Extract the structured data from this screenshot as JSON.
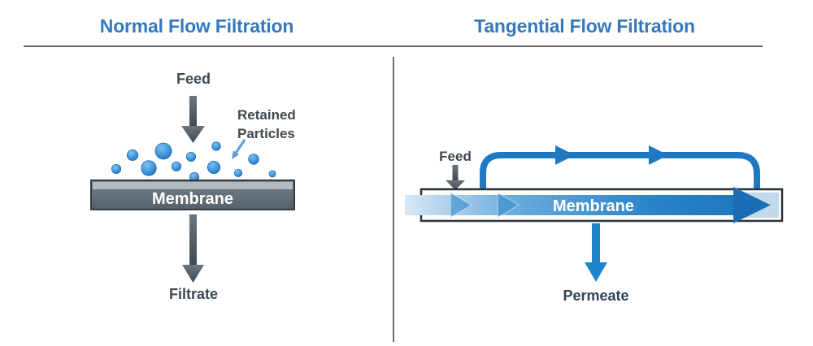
{
  "left": {
    "title": "Normal Flow Filtration",
    "feed_label": "Feed",
    "retained_particles_line1": "Retained",
    "retained_particles_line2": "Particles",
    "membrane_label": "Membrane",
    "filtrate_label": "Filtrate"
  },
  "right": {
    "title": "Tangential Flow Filtration",
    "feed_label": "Feed",
    "membrane_label": "Membrane",
    "permeate_label": "Permeate"
  },
  "colors": {
    "title_blue": "#3579bd",
    "label_slate": "#3d4953",
    "flow_blue": "#1f78c2",
    "permeate_blue": "#1d86ca",
    "particle_blue": "#2f86cf",
    "membrane_gray": "#66717b",
    "membrane_bar_highlight": "#b2b9bf",
    "membrane_text": "#ffffff",
    "rule_gray": "#5d656b"
  }
}
